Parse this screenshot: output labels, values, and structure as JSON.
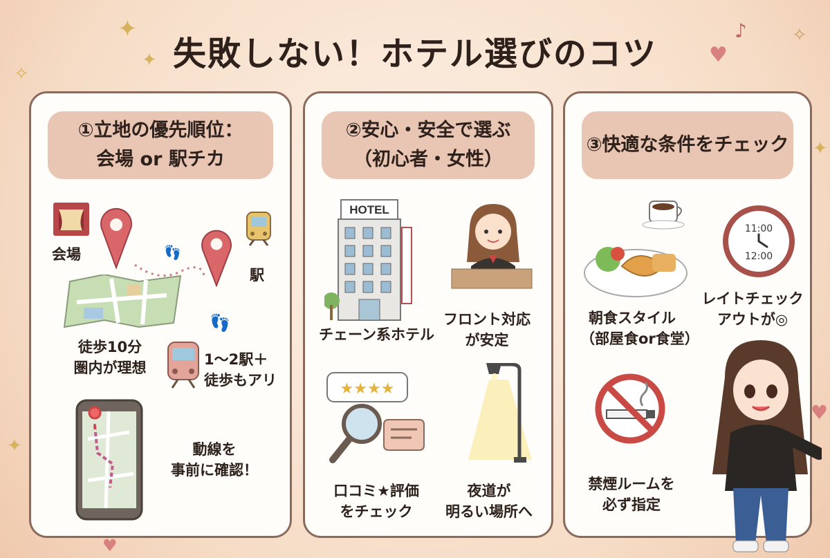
{
  "title": "失敗しない！ホテル選びのコツ",
  "panels": [
    {
      "header_line1": "①立地の優先順位：",
      "header_line2": "会場 or 駅チカ",
      "venue_label": "会場",
      "station_label": "駅",
      "walk_line1": "徒歩10分",
      "walk_line2": "圏内が理想",
      "stations_line1": "1〜2駅＋",
      "stations_line2": "徒歩もアリ",
      "route_line1": "動線を",
      "route_line2": "事前に確認！"
    },
    {
      "header_line1": "②安心・安全で選ぶ",
      "header_line2": "（初心者・女性）",
      "hotel_sign": "HOTEL",
      "chain_label": "チェーン系ホテル",
      "front_line1": "フロント対応",
      "front_line2": "が安定",
      "review_line1": "口コミ★評価",
      "review_line2": "をチェック",
      "night_line1": "夜道が",
      "night_line2": "明るい場所へ"
    },
    {
      "header_line1": "③快適な条件をチェック",
      "breakfast_line1": "朝食スタイル",
      "breakfast_line2": "（部屋食or食堂）",
      "checkout_line1": "レイトチェック",
      "checkout_line2": "アウトが◎",
      "clock_top": "11:00",
      "clock_bottom": "12:00",
      "nosmoke_line1": "禁煙ルームを",
      "nosmoke_line2": "必ず指定"
    }
  ]
}
